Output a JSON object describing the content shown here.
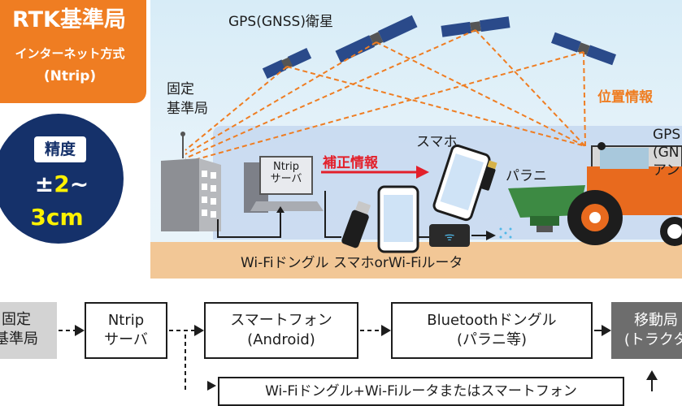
{
  "rtk": {
    "title": "RTK基準局",
    "subtitle_line1": "インターネット方式",
    "subtitle_line2": "(Ntrip)"
  },
  "accuracy": {
    "label": "精度",
    "value_prefix": "±",
    "value_number": "2",
    "value_suffix": "~",
    "value_line2": "3cm"
  },
  "scene": {
    "satellite_label": "GPS(GNSS)衛星",
    "base_station_line1": "固定",
    "base_station_line2": "基準局",
    "position_info": "位置情報",
    "ntrip_line1": "Ntrip",
    "ntrip_line2": "サーバ",
    "correction_info": "補正情報",
    "smartphone": "スマホ",
    "parani": "パラニ",
    "gps_antenna_line1": "GPS",
    "gps_antenna_line2": "(GN",
    "gps_antenna_line3": "アン",
    "caption": "Wi-Fiドングル スマホorWi-Fiルータ",
    "colors": {
      "orange": "#ef7d22",
      "red": "#e3202b",
      "navy": "#15316a",
      "yellow": "#fff200"
    }
  },
  "flow": {
    "base_line1": "固定",
    "base_line2": "基準局",
    "ntrip_line1": "Ntrip",
    "ntrip_line2": "サーバ",
    "phone_line1": "スマートフォン",
    "phone_line2": "(Android)",
    "bt_line1": "Bluetoothドングル",
    "bt_line2": "(パラニ等)",
    "mobile_line1": "移動局",
    "mobile_line2": "(トラクタ",
    "wifi_route": "Wi-Fiドングル+Wi-Fiルータまたはスマートフォン"
  }
}
